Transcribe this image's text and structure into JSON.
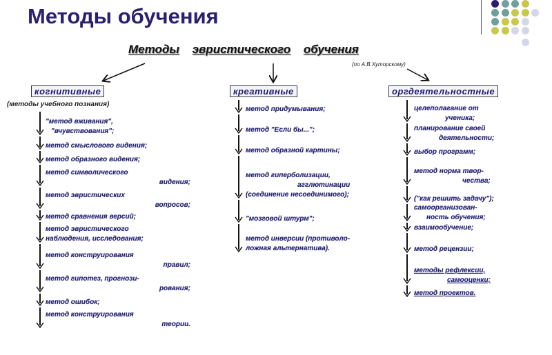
{
  "title": "Методы обучения",
  "diagram": {
    "heading": [
      "Методы",
      "эвристического",
      "обучения"
    ],
    "credit": "(по А.В.Хуторскому)",
    "columns": [
      {
        "label": "когнитивные",
        "subtitle": "(методы учебного познания)",
        "items": [
          [
            "\"метод вживания\",",
            "\"вчувствования\";"
          ],
          [
            "метод смыслового видения;"
          ],
          [
            "метод образного видения;"
          ],
          [
            "метод символического",
            "видения;"
          ],
          [
            "метод эвристических",
            "вопросов;"
          ],
          [
            "метод сравнения версий;"
          ],
          [
            "метод эвристического",
            "наблюдения, исследования;"
          ],
          [
            "метод конструирования",
            "правил;"
          ],
          [
            "метод гипотез, прогнози-",
            "рования;"
          ],
          [
            "метод ошибок;"
          ],
          [
            "метод конструирования",
            "теории."
          ]
        ]
      },
      {
        "label": "креативные",
        "items": [
          [
            "метод придумывания;"
          ],
          [
            "метод \"Если бы...\";"
          ],
          [
            "метод образной картины;"
          ],
          [
            "метод гиперболизации,",
            "агглютинации",
            "(соединение несоединимого);"
          ],
          [
            "\"мозговой штурм\";"
          ],
          [
            "метод инверсии (противоло-",
            "ложная альтернатива)."
          ]
        ]
      },
      {
        "label": "оргдеятельностные",
        "items": [
          [
            "целеполагание от",
            "ученика;"
          ],
          [
            "планирование своей",
            "деятельности;"
          ],
          [
            "выбор программ;"
          ],
          [
            "метод норма твор-",
            "чества;"
          ],
          [
            "(\"как решить задачу\");"
          ],
          [
            "самоорганизован-",
            "ность обучения;"
          ],
          [
            "взаимообучение;"
          ],
          [
            "метод рецензии;"
          ],
          [
            "методы рефлексии,",
            "самооценки;"
          ],
          [
            "метод проектов."
          ]
        ]
      }
    ]
  },
  "decor_colors": {
    "purple": "#2e1a6e",
    "teal": "#6f9fa0",
    "yellow": "#c9c84a",
    "lavender": "#d6d6ea"
  }
}
